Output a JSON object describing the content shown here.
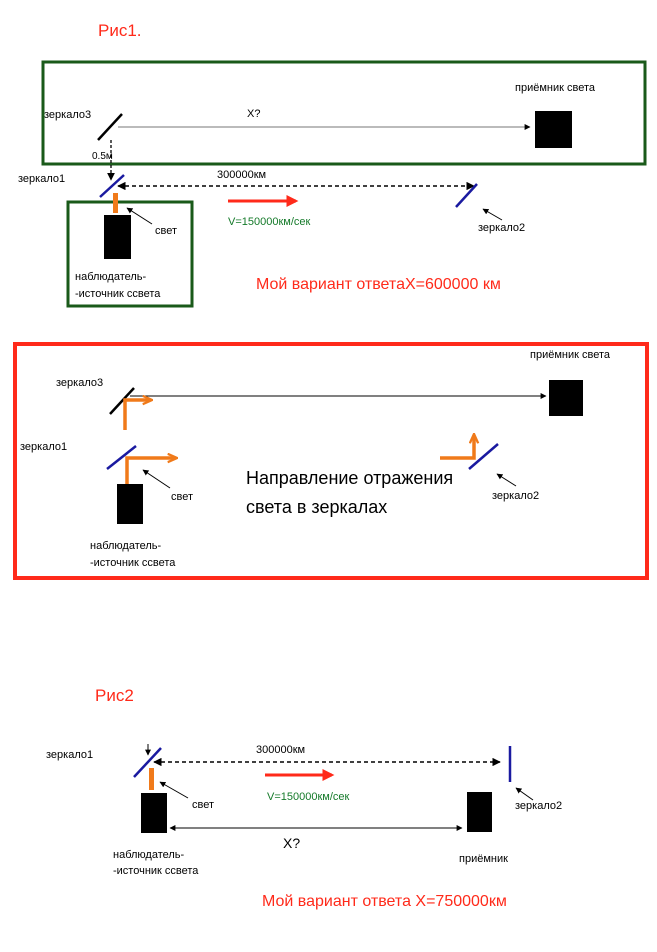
{
  "colors": {
    "red": "#ff2a1a",
    "green_frame": "#1a5a1a",
    "blue_mirror": "#1a1aa0",
    "orange_light": "#f07a1a",
    "speed_text": "#157a2a"
  },
  "fig1": {
    "title": "Рис1.",
    "receiver_label": "приёмник света",
    "mirror3_label": "зеркало3",
    "x_label": "X?",
    "gap_label": "0.5м",
    "mirror1_label": "зеркало1",
    "distance_label": "300000км",
    "light_label": "свет",
    "speed_label": "V=150000км/сек",
    "mirror2_label": "зеркало2",
    "observer_line1": "наблюдатель-",
    "observer_line2": "-источник ссвета",
    "answer": "Мой вариант ответаX=600000 км"
  },
  "reflection": {
    "mirror3_label": "зеркало3",
    "receiver_label": "приёмник света",
    "mirror1_label": "зеркало1",
    "light_label": "свет",
    "caption_line1": "Направление отражения",
    "caption_line2": "света в зеркалах",
    "mirror2_label": "зеркало2",
    "observer_line1": "наблюдатель-",
    "observer_line2": "-источник ссвета"
  },
  "fig2": {
    "title": "Рис2",
    "mirror1_label": "зеркало1",
    "distance_label": "300000км",
    "light_label": "свет",
    "speed_label": "V=150000км/сек",
    "mirror2_label": "зеркало2",
    "x_label": "X?",
    "observer_line1": "наблюдатель-",
    "observer_line2": "-источник ссвета",
    "receiver_label": "приёмник",
    "answer": "Мой вариант ответа X=750000км"
  }
}
